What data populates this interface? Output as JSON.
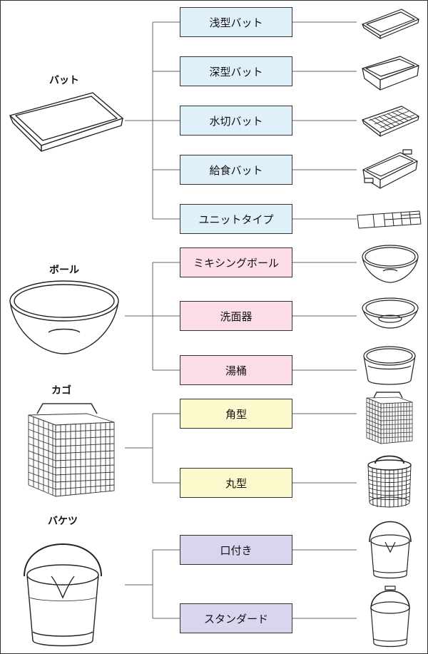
{
  "categories": [
    {
      "label": "バット",
      "items": [
        "浅型バット",
        "深型バット",
        "水切バット",
        "給食バット",
        "ユニットタイプ"
      ],
      "color": "#dff0fa"
    },
    {
      "label": "ボール",
      "items": [
        "ミキシングボール",
        "洗面器",
        "湯桶"
      ],
      "color": "#fbdce8"
    },
    {
      "label": "カゴ",
      "items": [
        "角型",
        "丸型"
      ],
      "color": "#fcf9cc"
    },
    {
      "label": "バケツ",
      "items": [
        "口付き",
        "スタンダード"
      ],
      "color": "#d8d5ee"
    }
  ],
  "icons": {
    "tray": "tray-icon",
    "bowl": "bowl-icon",
    "basket": "basket-icon",
    "bucket": "bucket-icon"
  }
}
